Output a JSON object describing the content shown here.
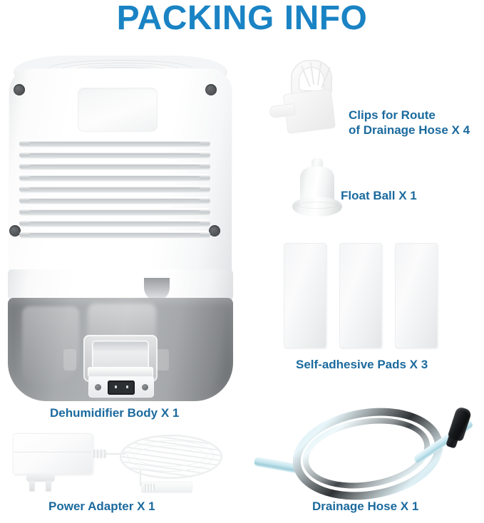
{
  "header": {
    "title": "PACKING INFO",
    "title_color": "#1a83c4"
  },
  "label_color": "#1b6a9e",
  "items": [
    {
      "id": "dehumidifier-body",
      "label": "Dehumidifier Body X 1",
      "quantity": 1,
      "icon": "dehumidifier-icon",
      "colors": {
        "body": "#ffffff",
        "tank": "#9a9d9f",
        "screw": "#4b4f52"
      }
    },
    {
      "id": "clips-for-route-of-drainage-hose",
      "label": "Clips for Route\nof Drainage Hose X 4",
      "quantity": 4,
      "icon": "cable-clip-icon",
      "colors": {
        "body": "#f4f4f4"
      }
    },
    {
      "id": "float-ball",
      "label": "Float Ball X 1",
      "quantity": 1,
      "icon": "float-ball-icon",
      "colors": {
        "body": "#f6f7f8"
      }
    },
    {
      "id": "self-adhesive-pads",
      "label": "Self-adhesive Pads X 3",
      "quantity": 3,
      "icon": "adhesive-pad-icon",
      "colors": {
        "body": "#f2f3f4"
      }
    },
    {
      "id": "power-adapter",
      "label": "Power Adapter X 1",
      "quantity": 1,
      "icon": "power-adapter-icon",
      "colors": {
        "body": "#fbfbfc"
      }
    },
    {
      "id": "drainage-hose",
      "label": "Drainage Hose X 1",
      "quantity": 1,
      "icon": "drainage-hose-icon",
      "colors": {
        "hose": "#cfe9f0",
        "fitting": "#15181a"
      }
    }
  ]
}
